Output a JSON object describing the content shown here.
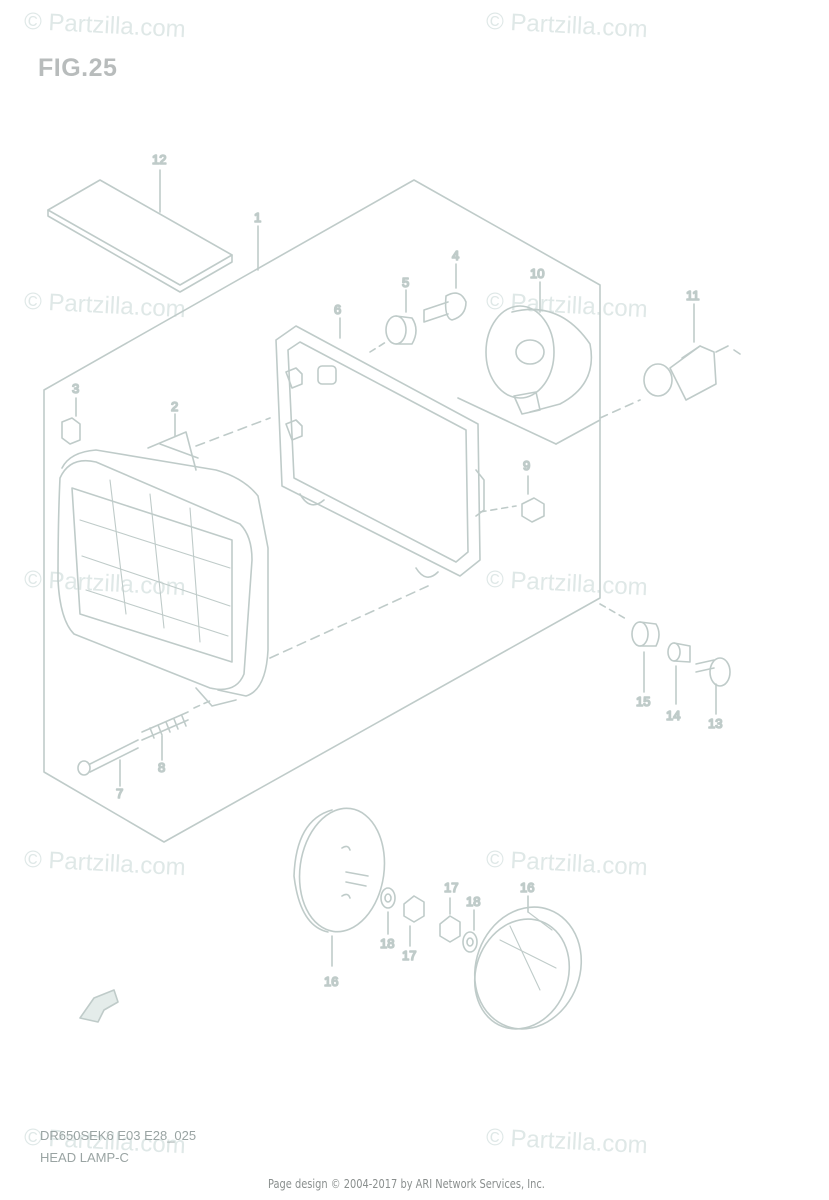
{
  "figure": {
    "title": "FIG.25"
  },
  "watermarks": [
    "© Partzilla.com",
    "© Partzilla.com",
    "© Partzilla.com",
    "© Partzilla.com",
    "© Partzilla.com",
    "© Partzilla.com",
    "© Partzilla.com",
    "© Partzilla.com",
    "© Partzilla.com",
    "© Partzilla.com"
  ],
  "model": {
    "code": "DR650SEK6 E03 E28_025",
    "title": "HEAD LAMP-C"
  },
  "footer": {
    "text": "Page design © 2004-2017 by ARI Network Services, Inc."
  },
  "callouts": [
    "12",
    "1",
    "4",
    "5",
    "6",
    "10",
    "11",
    "3",
    "2",
    "9",
    "15",
    "14",
    "13",
    "8",
    "7",
    "17",
    "18",
    "16",
    "18",
    "17",
    "16"
  ],
  "colors": {
    "line": "#bfcbc9",
    "text": "#b7c4c2",
    "watermark": "#dfe8e7"
  }
}
